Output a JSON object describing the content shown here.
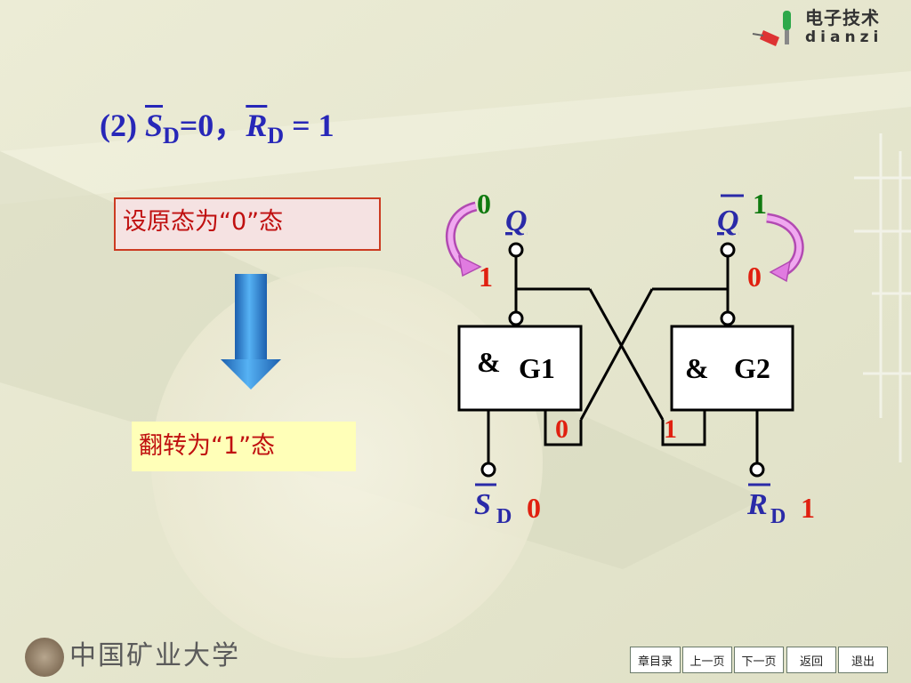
{
  "header": {
    "title_prefix": "(2) ",
    "sd_letter": "S",
    "sd_sub": "D",
    "sd_value": "=0，",
    "rd_letter": "R",
    "rd_sub": "D",
    "rd_value": " = 1"
  },
  "logo": {
    "cn": "电子技术",
    "en": "dianzi"
  },
  "notes": {
    "initial_state": "设原态为“0”态",
    "flip": "翻转为“1”态"
  },
  "circuit": {
    "gate1": {
      "symbol": "&",
      "name": "G1"
    },
    "gate2": {
      "symbol": "&",
      "name": "G2"
    },
    "q_label": "Q",
    "q_bar_label": "Q",
    "q_old": "0",
    "q_new": "1",
    "qbar_old": "1",
    "qbar_new": "0",
    "g1_feedback": "0",
    "g2_feedback": "1",
    "sd_label": "S",
    "sd_sub": "D",
    "sd_value": "0",
    "rd_label": "R",
    "rd_sub": "D",
    "rd_value": "1"
  },
  "footer": {
    "school": "中国矿业大学"
  },
  "nav": {
    "chapter": "章目录",
    "prev": "上一页",
    "next": "下一页",
    "back": "返回",
    "exit": "退出"
  },
  "colors": {
    "title_blue": "#2727b8",
    "label_blue": "#2a2aa8",
    "value_red": "#e02010",
    "value_green": "#107a10",
    "arrow_blue": "#2f86d8",
    "curve_pink": "#e07be0"
  }
}
